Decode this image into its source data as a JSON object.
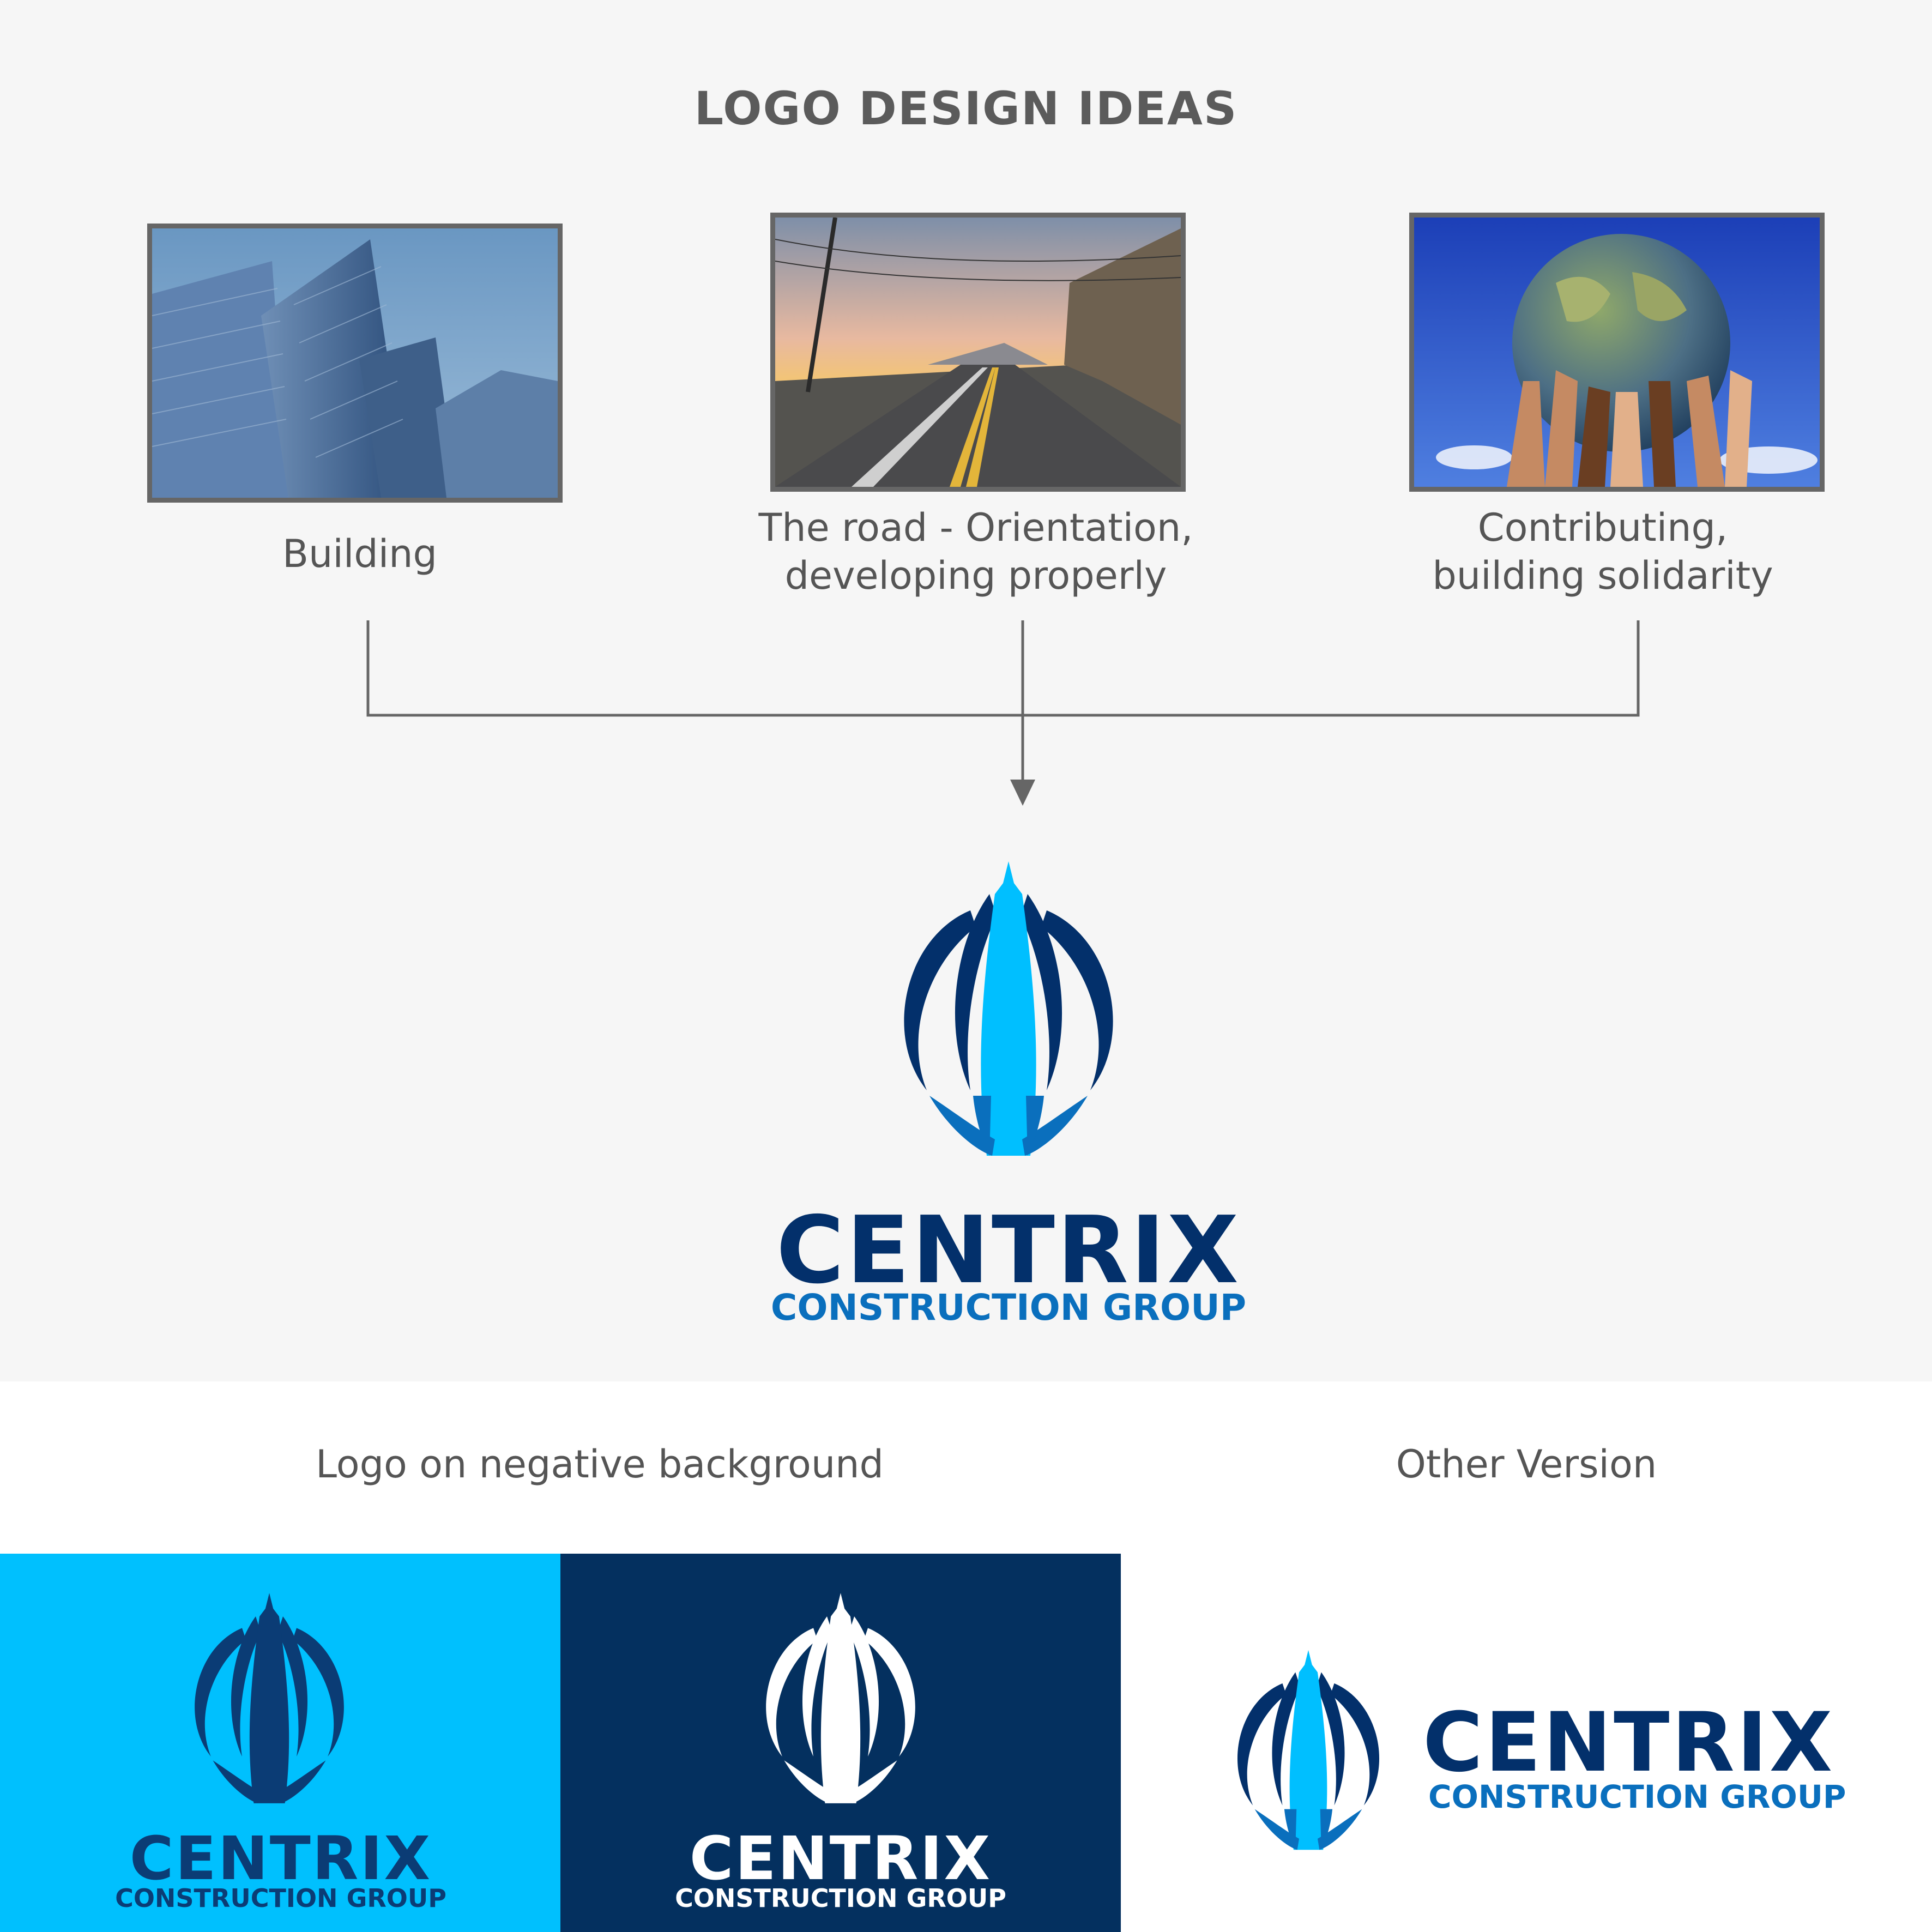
{
  "page_title": "LOGO DESIGN IDEAS",
  "ideas": [
    {
      "image": "building-photo",
      "caption_lines": [
        "Building"
      ]
    },
    {
      "image": "road-photo",
      "caption_lines": [
        "The road - Orientation,",
        "developing properly"
      ]
    },
    {
      "image": "globe-hands-photo",
      "caption_lines": [
        "Contributing,",
        "building solidarity"
      ]
    }
  ],
  "logo": {
    "wordmark": "CENTRIX",
    "tagline": "CONSTRUCTION GROUP"
  },
  "sections": {
    "negative_label": "Logo on negative background",
    "other_label": "Other Version"
  },
  "colors": {
    "navy": "#03306b",
    "mid_blue": "#0a6fbd",
    "light_blue": "#00bfff",
    "sky_panel": "#00c0fe",
    "navy_panel": "#04305f",
    "background": "#f6f6f6"
  }
}
